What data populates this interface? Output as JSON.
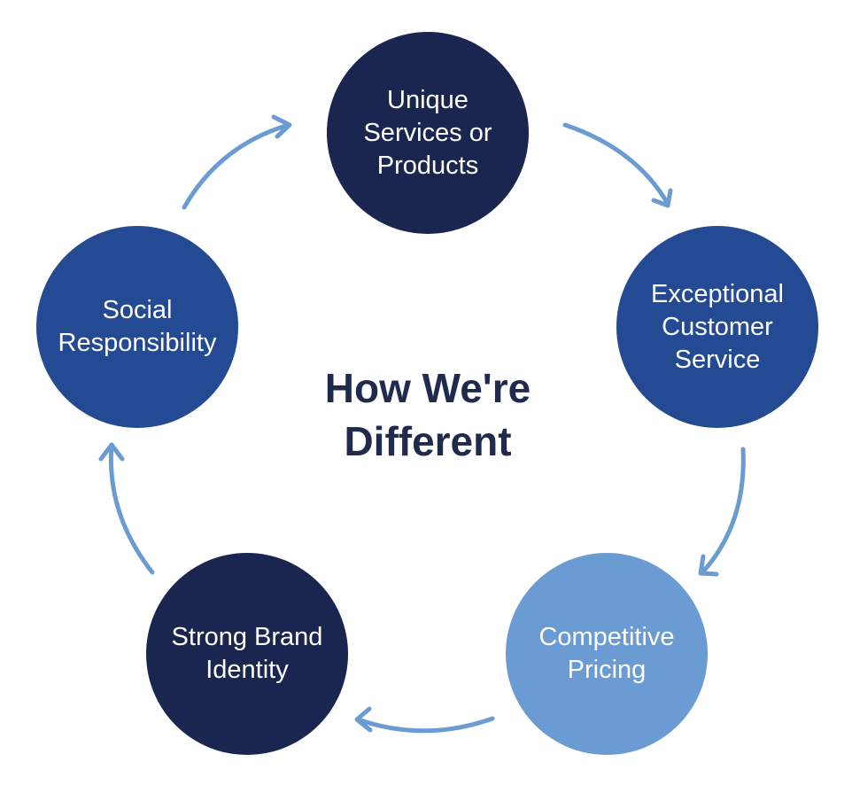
{
  "title": "How We're\nDifferent",
  "colors": {
    "title": "#1f2a4d",
    "arrow": "#6a9bd3",
    "dark_navy": "#1b2650",
    "royal_blue": "#234a92",
    "light_blue": "#6a9bd3"
  },
  "nodes": [
    {
      "label": "Unique\nServices or\nProducts",
      "color": "#1b2650"
    },
    {
      "label": "Exceptional\nCustomer\nService",
      "color": "#234a92"
    },
    {
      "label": "Competitive\nPricing",
      "color": "#6a9bd3"
    },
    {
      "label": "Strong Brand\nIdentity",
      "color": "#1b2650"
    },
    {
      "label": "Social\nResponsibility",
      "color": "#234a92"
    }
  ]
}
